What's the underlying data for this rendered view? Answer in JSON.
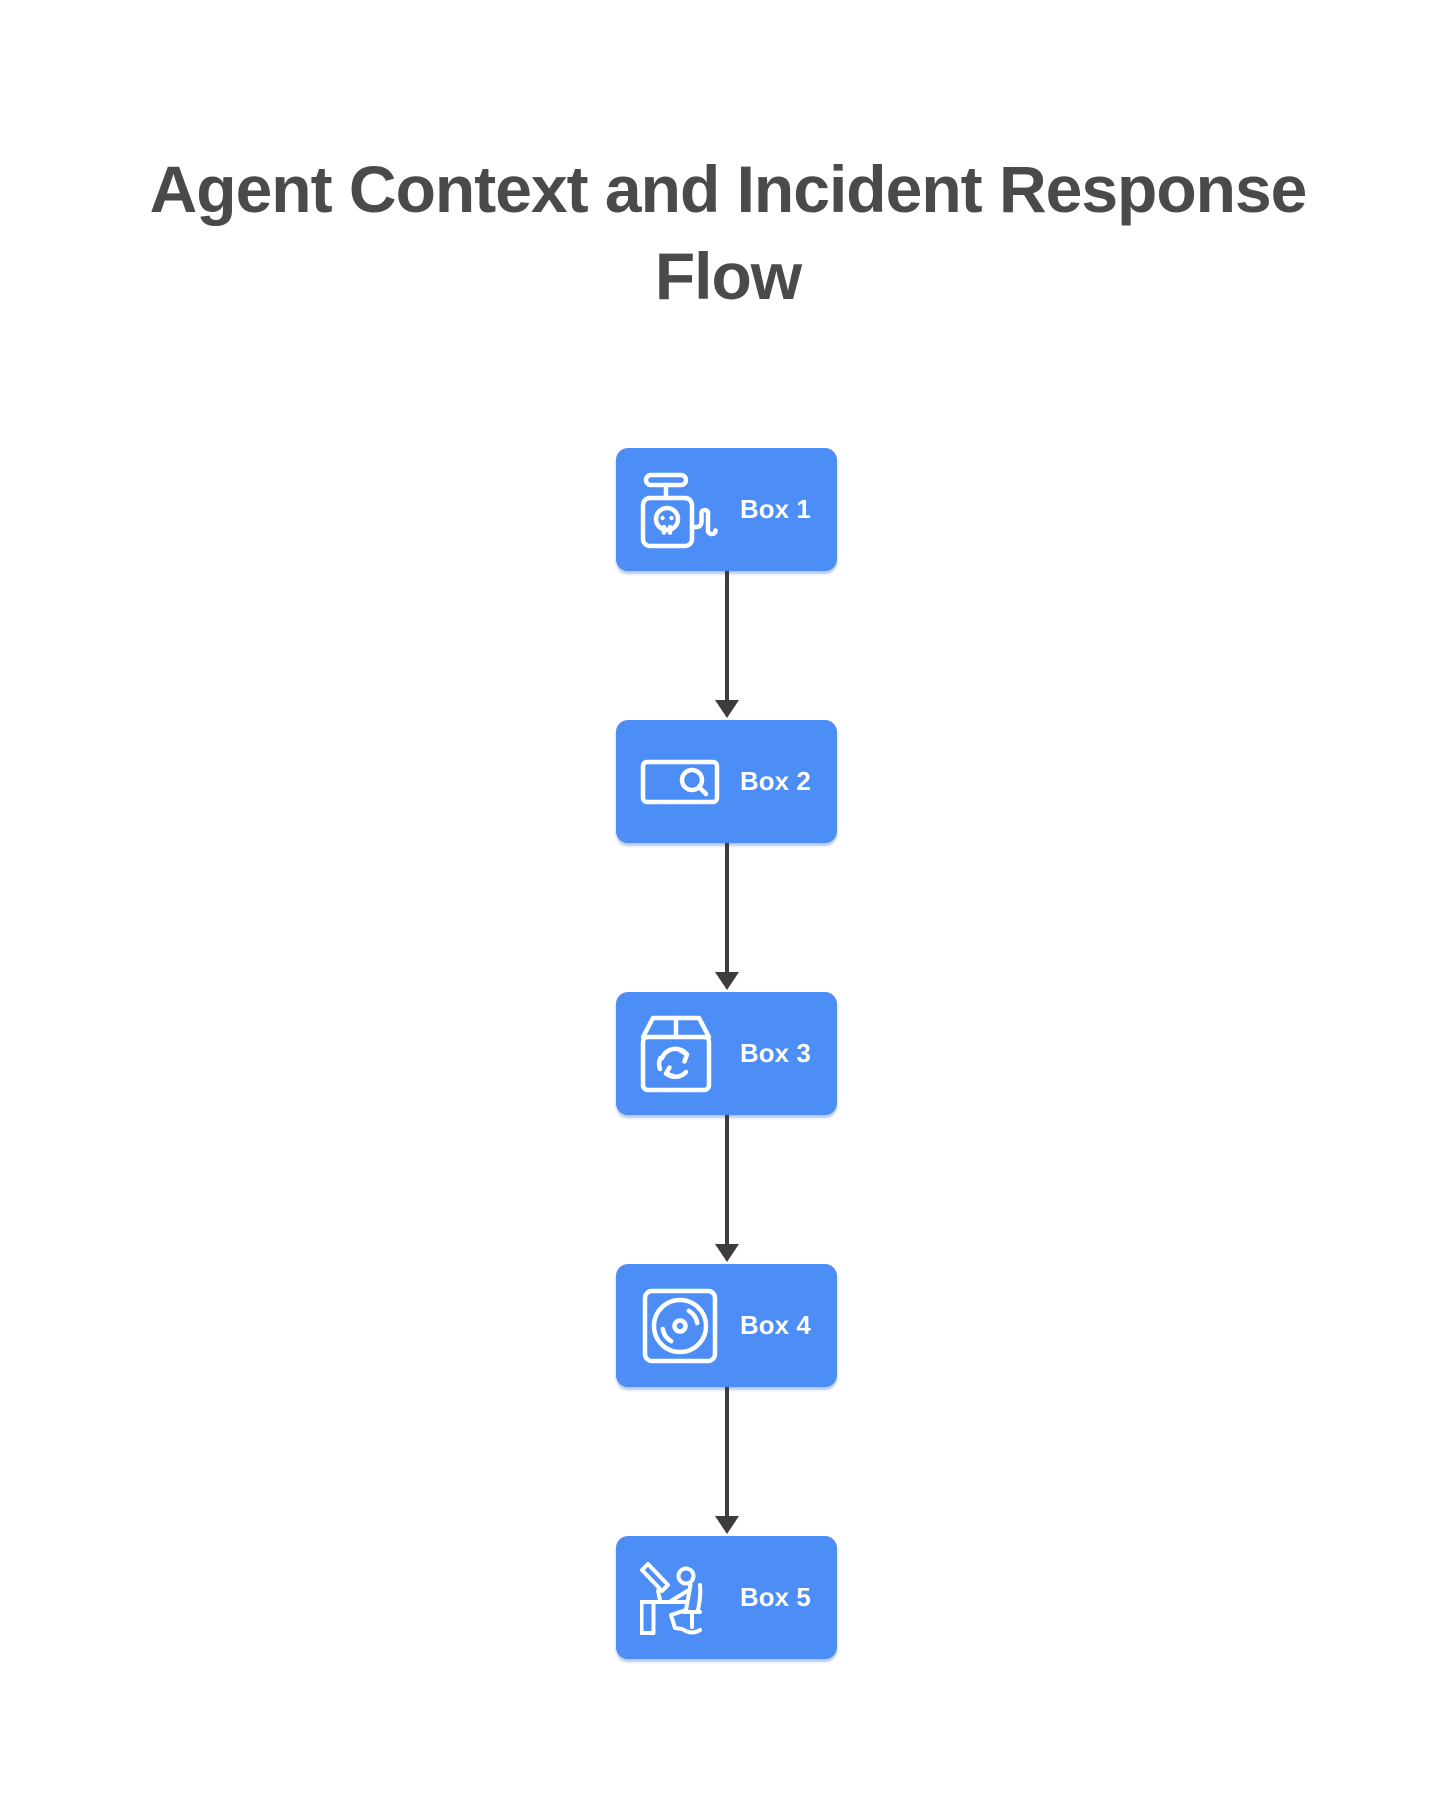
{
  "title": {
    "full": "Agent Context and Incident Response Flow",
    "lines": [
      "Agent Context and Incident Response",
      "Flow"
    ]
  },
  "colors": {
    "background": "#ffffff",
    "node_fill": "#4C8DF6",
    "node_text": "#ffffff",
    "icon_stroke": "#ffffff",
    "arrow": "#3d3d3d",
    "title_text": "#4a4a4a"
  },
  "flow": {
    "direction": "vertical",
    "nodes": [
      {
        "label": "Box 1",
        "icon": "fumigation-pump-icon"
      },
      {
        "label": "Box 2",
        "icon": "search-screen-icon"
      },
      {
        "label": "Box 3",
        "icon": "recyclable-package-icon"
      },
      {
        "label": "Box 4",
        "icon": "disc-icon"
      },
      {
        "label": "Box 5",
        "icon": "person-at-desk-icon"
      }
    ],
    "edges": [
      {
        "from": "Box 1",
        "to": "Box 2"
      },
      {
        "from": "Box 2",
        "to": "Box 3"
      },
      {
        "from": "Box 3",
        "to": "Box 4"
      },
      {
        "from": "Box 4",
        "to": "Box 5"
      }
    ]
  }
}
